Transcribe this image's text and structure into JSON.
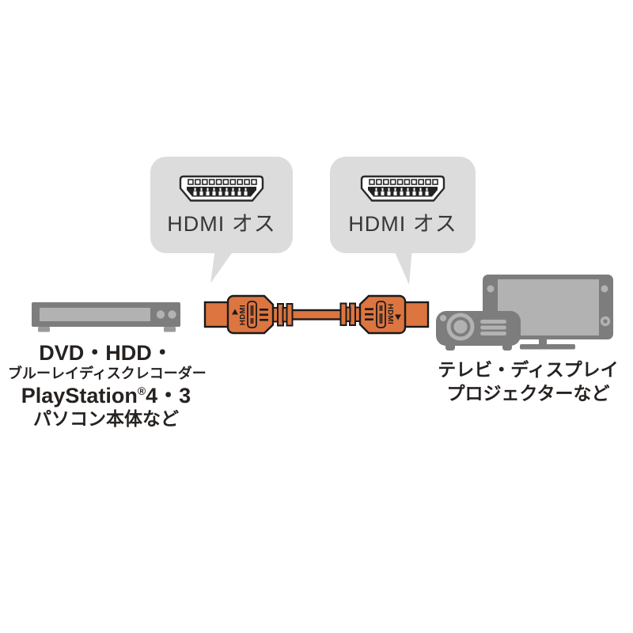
{
  "illustration": {
    "bubble_left": {
      "label": "HDMI オス"
    },
    "bubble_right": {
      "label": "HDMI オス"
    },
    "cable": {
      "left_imprint": "HDMI",
      "right_imprint": "HDMI"
    },
    "left_caption": {
      "line1": "DVD・HDD・",
      "line2": "ブルーレイディスクレコーダー",
      "line3_prefix": "PlayStation",
      "line3_reg": "®",
      "line3_suffix": "4・3",
      "line4": "パソコン本体など"
    },
    "right_caption": {
      "line1": "テレビ・ディスプレイ",
      "line2": "プロジェクターなど"
    }
  },
  "colors": {
    "background": "#ffffff",
    "bubble_gray": "#dcdcdc",
    "bubble_label_text": "#3a3733",
    "cable_orange": "#dd7540",
    "outline_black": "#1a1a1a",
    "device_dark_gray": "#7d7d7d",
    "device_light_gray": "#b2b2b2",
    "caption_text": "#262220"
  }
}
